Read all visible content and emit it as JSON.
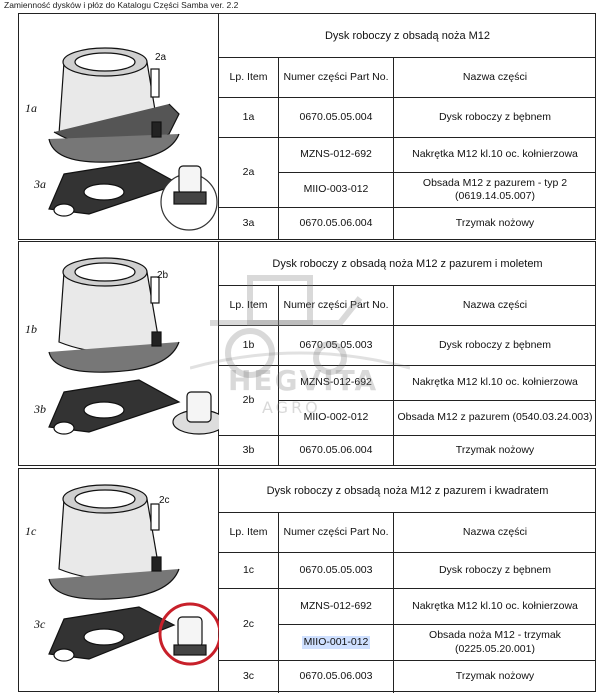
{
  "header": {
    "text": "Zamienność dysków i płóz do Katalogu Części Samba ver. 2.2"
  },
  "sections": [
    {
      "title": "Dysk roboczy z obsadą noża M12",
      "labels": {
        "disc": "1a",
        "holder": "2a",
        "knife": "3a"
      },
      "col_headers": {
        "lp": "Lp. Item",
        "part": "Numer części Part No.",
        "name": "Nazwa części"
      },
      "rows": [
        {
          "lp": "1a",
          "part": "0670.05.05.004",
          "name": "Dysk roboczy z bębnem"
        },
        {
          "lp": "2a",
          "sub": [
            {
              "part": "MZNS-012-692",
              "name": "Nakrętka M12 kl.10 oc. kołnierzowa"
            },
            {
              "part": "MIIO-003-012",
              "name": "Obsada M12 z pazurem - typ 2 (0619.14.05.007)"
            }
          ]
        },
        {
          "lp": "3a",
          "part": "0670.05.06.004",
          "name": "Trzymak nożowy"
        }
      ]
    },
    {
      "title": "Dysk roboczy z obsadą noża M12 z pazurem i moletem",
      "labels": {
        "disc": "1b",
        "holder": "2b",
        "knife": "3b"
      },
      "col_headers": {
        "lp": "Lp. Item",
        "part": "Numer części Part No.",
        "name": "Nazwa części"
      },
      "rows": [
        {
          "lp": "1b",
          "part": "0670.05.05.003",
          "name": "Dysk roboczy z bębnem"
        },
        {
          "lp": "2b",
          "sub": [
            {
              "part": "MZNS-012-692",
              "name": "Nakrętka M12 kl.10 oc. kołnierzowa"
            },
            {
              "part": "MIIO-002-012",
              "name": "Obsada M12 z pazurem (0540.03.24.003)"
            }
          ]
        },
        {
          "lp": "3b",
          "part": "0670.05.06.004",
          "name": "Trzymak nożowy"
        }
      ]
    },
    {
      "title": "Dysk roboczy z obsadą noża M12 z pazurem i kwadratem",
      "labels": {
        "disc": "1c",
        "holder": "2c",
        "knife": "3c"
      },
      "col_headers": {
        "lp": "Lp. Item",
        "part": "Numer części Part No.",
        "name": "Nazwa części"
      },
      "rows": [
        {
          "lp": "1c",
          "part": "0670.05.05.003",
          "name": "Dysk roboczy z bębnem"
        },
        {
          "lp": "2c",
          "sub": [
            {
              "part": "MZNS-012-692",
              "name": "Nakrętka M12 kl.10 oc. kołnierzowa"
            },
            {
              "part": "MIIO-001-012",
              "name": "Obsada noża M12 - trzymak (0225.05.20.001)",
              "highlighted": true
            }
          ]
        },
        {
          "lp": "3c",
          "part": "0670.05.06.003",
          "name": "Trzymak nożowy"
        }
      ]
    }
  ],
  "watermark": {
    "line1": "HEGVITA",
    "line2": "AGRO"
  },
  "colors": {
    "highlight": "#cfe0ff",
    "circle": "#c8202a",
    "border": "#222222"
  }
}
